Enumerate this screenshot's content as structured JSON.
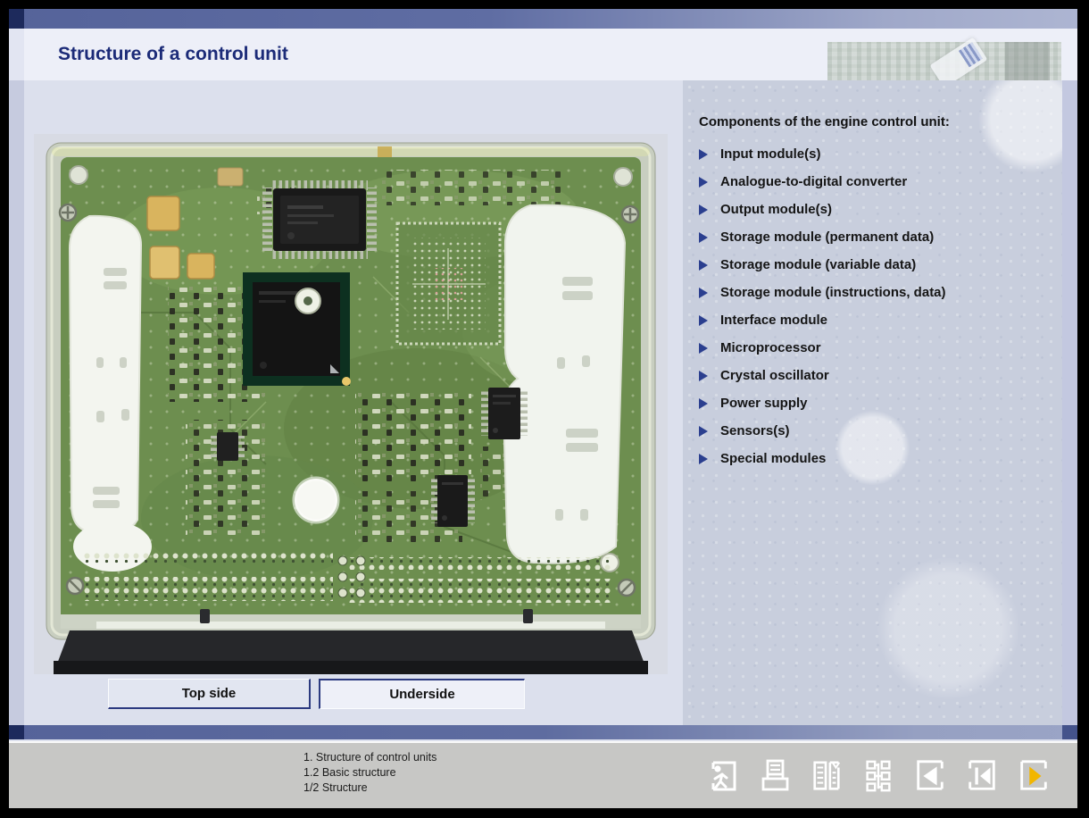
{
  "title_bar": {
    "title": "Structure of a control unit"
  },
  "header": {
    "image": "faded-circuit-board-strip"
  },
  "components_panel": {
    "heading": "Components of the engine control unit:",
    "bullet_icon": "triangle-right",
    "bullet_color": "#2b3f8f",
    "items": [
      "Input module(s)",
      "Analogue-to-digital converter",
      "Output module(s)",
      "Storage module (permanent data)",
      "Storage module (variable data)",
      "Storage module (instructions, data)",
      "Interface module",
      "Microprocessor",
      "Crystal oscillator",
      "Power supply",
      "Sensors(s)",
      "Special modules"
    ]
  },
  "image_area": {
    "image": "engine-control-unit-pcb-underside-photo"
  },
  "view_buttons": {
    "top_side": "Top side",
    "underside": "Underside"
  },
  "breadcrumb": {
    "line1": "1. Structure of control units",
    "line2": "1.2 Basic structure",
    "line3": "1/2 Structure"
  },
  "nav_toolbar": {
    "icons": [
      {
        "name": "exit-icon"
      },
      {
        "name": "print-icon"
      },
      {
        "name": "index-icon"
      },
      {
        "name": "sitemap-icon"
      },
      {
        "name": "back-icon"
      },
      {
        "name": "chapter-start-icon"
      },
      {
        "name": "next-icon"
      }
    ],
    "next_highlight_color": "#f2b600"
  },
  "colors": {
    "accent_navy": "#1c2b78",
    "band_slate": "#5f6da3",
    "corner_navy": "#1d2a5c",
    "panel_bg": "#c8cedd",
    "page_bg": "#dce0ed",
    "bar_gray": "#c7c7c5"
  }
}
